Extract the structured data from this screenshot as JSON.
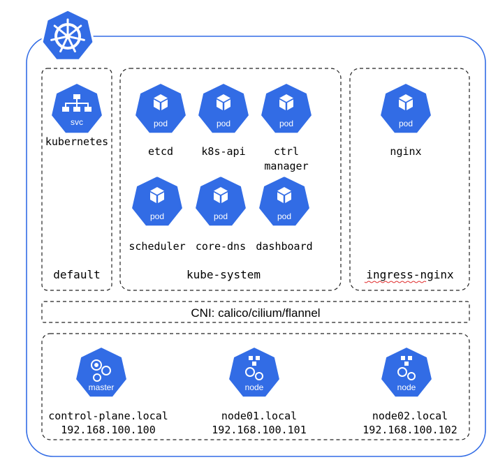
{
  "colors": {
    "k8s_blue": "#326ce5",
    "border": "#326ce5",
    "dashed": "#222222"
  },
  "cluster": {
    "icon": "kubernetes-helm-wheel-icon"
  },
  "namespaces": {
    "default": {
      "label": "default",
      "service": {
        "badge": "svc",
        "name": "kubernetes",
        "icon": "service-network-icon"
      }
    },
    "kube_system": {
      "label": "kube-system",
      "pods": [
        {
          "badge": "pod",
          "line1": "etcd",
          "line2": ""
        },
        {
          "badge": "pod",
          "line1": "k8s-api",
          "line2": ""
        },
        {
          "badge": "pod",
          "line1": "ctrl",
          "line2": "manager"
        },
        {
          "badge": "pod",
          "line1": "scheduler",
          "line2": ""
        },
        {
          "badge": "pod",
          "line1": "core-dns",
          "line2": ""
        },
        {
          "badge": "pod",
          "line1": "dashboard",
          "line2": ""
        }
      ]
    },
    "ingress_nginx": {
      "label": "ingress-nginx",
      "pods": [
        {
          "badge": "pod",
          "line1": "nginx",
          "line2": ""
        }
      ]
    }
  },
  "cni": {
    "label": "CNI: calico/cilium/flannel"
  },
  "nodes": [
    {
      "badge": "master",
      "name": "control-plane.local",
      "ip": "192.168.100.100",
      "icon": "master-gears-icon"
    },
    {
      "badge": "node",
      "name": "node01.local",
      "ip": "192.168.100.101",
      "icon": "node-gears-icon"
    },
    {
      "badge": "node",
      "name": "node02.local",
      "ip": "192.168.100.102",
      "icon": "node-gears-icon"
    }
  ]
}
